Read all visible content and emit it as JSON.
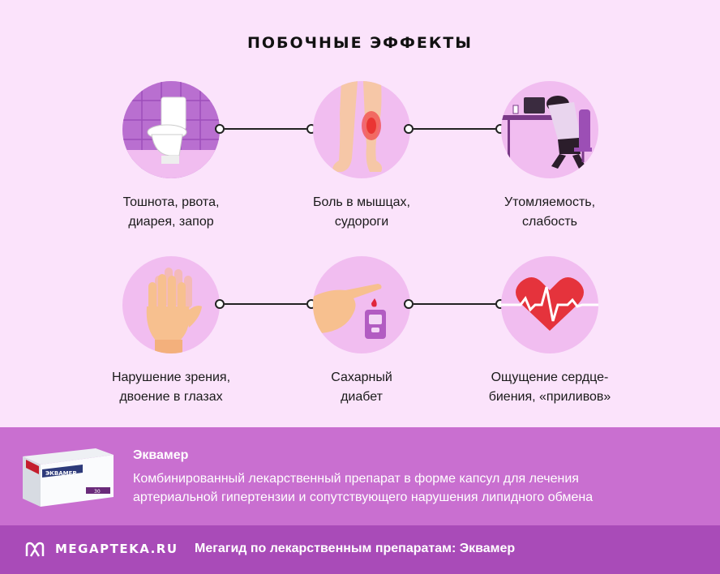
{
  "title": "ПОБОЧНЫЕ ЭФФЕКТЫ",
  "effects": [
    {
      "line1": "Тошнота, рвота,",
      "line2": "диарея, запор",
      "icon": "toilet-icon"
    },
    {
      "line1": "Боль в мышцах,",
      "line2": "судороги",
      "icon": "legs-pain-icon"
    },
    {
      "line1": "Утомляемость,",
      "line2": "слабость",
      "icon": "tired-person-icon"
    },
    {
      "line1": "Нарушение зрения,",
      "line2": "двоение в глазах",
      "icon": "blurred-hand-icon"
    },
    {
      "line1": "Сахарный",
      "line2": "диабет",
      "icon": "blood-glucose-icon"
    },
    {
      "line1": "Ощущение сердце-",
      "line2": "биения, «приливов»",
      "icon": "heartbeat-icon"
    }
  ],
  "product": {
    "name": "Эквамер",
    "description_line1": "Комбинированный лекарственный препарат в форме капсул для лечения",
    "description_line2": "артериальной гипертензии и сопутствующего нарушения липидного обмена",
    "pack_brand": "ЭКВАМЕР",
    "pack_count": "30"
  },
  "footer": {
    "logo": "MEGAPTEKA.RU",
    "text": "Мегагид по лекарственным препаратам: Эквамер"
  },
  "colors": {
    "background": "#fbe3fb",
    "circle": "#f1bdf0",
    "info_band": "#c96fd0",
    "footer": "#a94bb8"
  }
}
